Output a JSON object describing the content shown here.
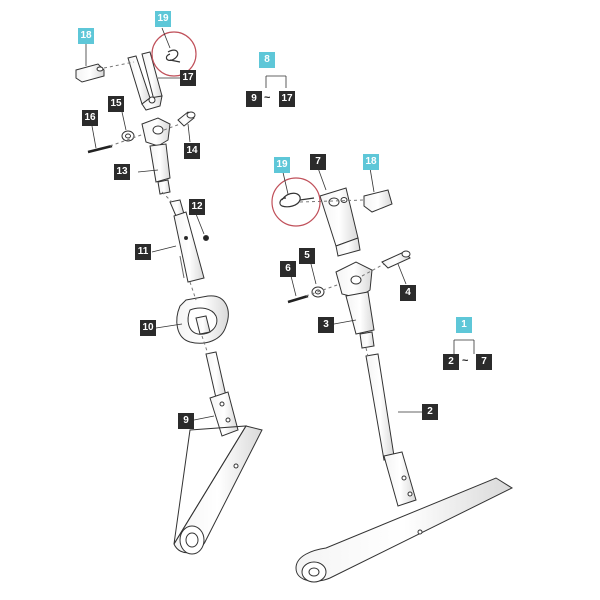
{
  "callouts": {
    "c1": "1",
    "c2": "2",
    "c3": "3",
    "c4": "4",
    "c5": "5",
    "c6": "6",
    "c7": "7",
    "c8": "8",
    "c9": "9",
    "c10": "10",
    "c11": "11",
    "c12": "12",
    "c13": "13",
    "c14": "14",
    "c15": "15",
    "c16": "16",
    "c17": "17",
    "c18_left": "18",
    "c18_right": "18",
    "c19_left": "19",
    "c19_right": "19"
  },
  "groups": {
    "group8": {
      "from": "9",
      "sep": "~",
      "to": "17"
    },
    "group1": {
      "from": "2",
      "sep": "~",
      "to": "7"
    }
  },
  "colors": {
    "part_callout": "#2b2b2b",
    "highlight_callout": "#5ec7d8",
    "highlight_circle": "#c0505a",
    "line": "#333333"
  }
}
